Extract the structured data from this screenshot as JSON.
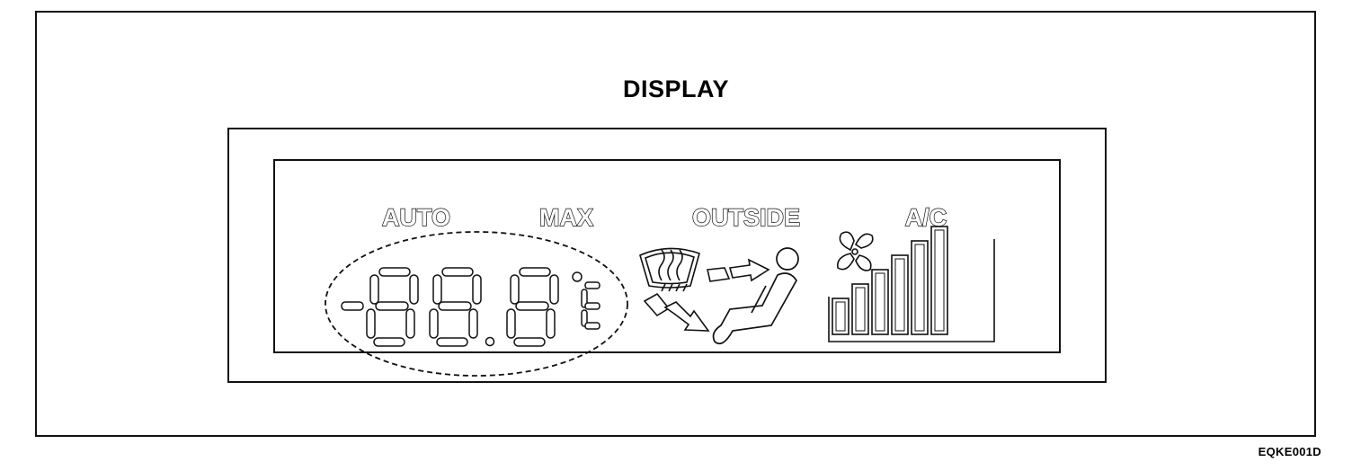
{
  "title": "DISPLAY",
  "figure_code": "EQKE001D",
  "indicators": {
    "auto": "AUTO",
    "max": "MAX",
    "outside": "OUTSIDE",
    "ac": "A/C"
  },
  "fan_level_bars": 6
}
